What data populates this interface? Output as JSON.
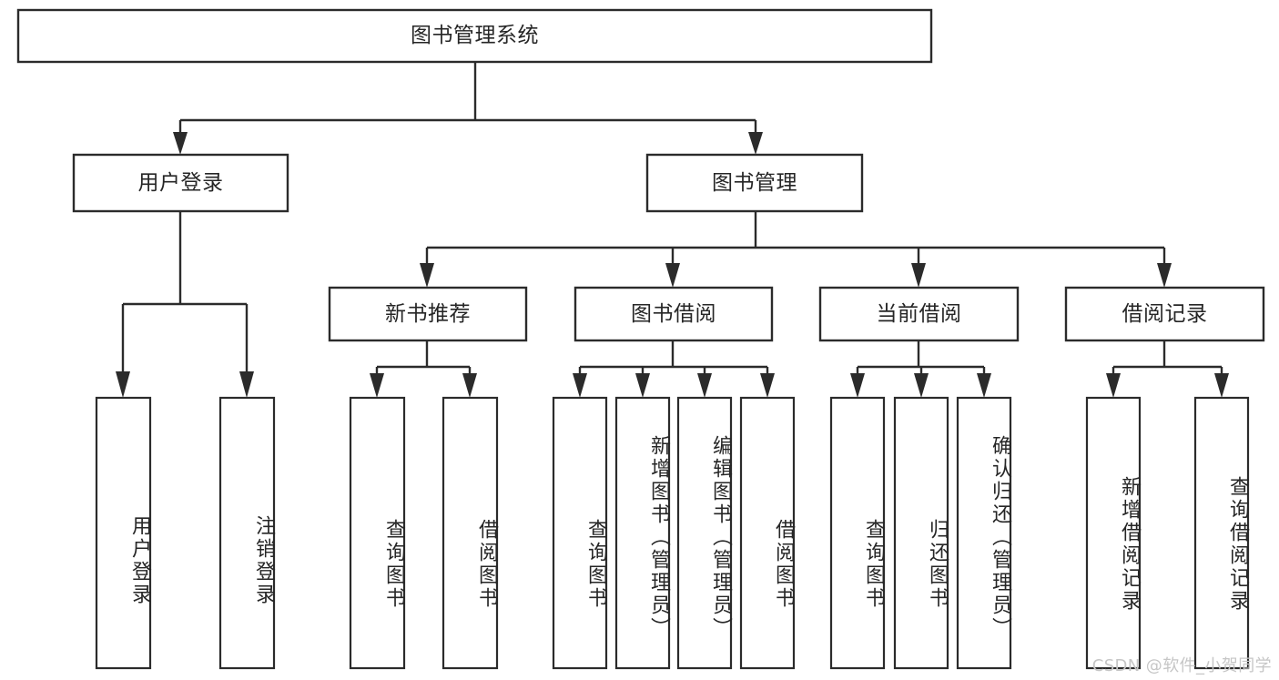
{
  "diagram": {
    "type": "tree-hierarchy-chart",
    "title": "图书管理系统",
    "watermark": "CSDN @软件_小贺同学",
    "colors": {
      "box_stroke": "#2b2b2b",
      "box_fill": "#ffffff",
      "text": "#262626",
      "background": "#ffffff",
      "watermark": "#c6c6c6"
    },
    "levels": {
      "root": {
        "label": "图书管理系统"
      },
      "level2": [
        {
          "id": "user-login",
          "label": "用户登录"
        },
        {
          "id": "book-management",
          "label": "图书管理"
        }
      ],
      "level3": [
        {
          "id": "new-book-recommend",
          "label": "新书推荐",
          "parent": "book-management"
        },
        {
          "id": "book-borrow",
          "label": "图书借阅",
          "parent": "book-management"
        },
        {
          "id": "current-borrow",
          "label": "当前借阅",
          "parent": "book-management"
        },
        {
          "id": "borrow-record",
          "label": "借阅记录",
          "parent": "book-management"
        }
      ],
      "leaves": [
        {
          "id": "leaf-user-login",
          "label": "用户登录",
          "parent": "user-login"
        },
        {
          "id": "leaf-logout-login",
          "label": "注销登录",
          "parent": "user-login"
        },
        {
          "id": "leaf-query-book-1",
          "label": "查询图书",
          "parent": "new-book-recommend"
        },
        {
          "id": "leaf-borrow-book-1",
          "label": "借阅图书",
          "parent": "new-book-recommend"
        },
        {
          "id": "leaf-query-book-2",
          "label": "查询图书",
          "parent": "book-borrow"
        },
        {
          "id": "leaf-add-book",
          "label": "新增图书（管理员）",
          "parent": "book-borrow"
        },
        {
          "id": "leaf-edit-book",
          "label": "编辑图书（管理员）",
          "parent": "book-borrow"
        },
        {
          "id": "leaf-borrow-book-2",
          "label": "借阅图书",
          "parent": "book-borrow"
        },
        {
          "id": "leaf-query-book-3",
          "label": "查询图书",
          "parent": "current-borrow"
        },
        {
          "id": "leaf-return-book",
          "label": "归还图书",
          "parent": "current-borrow"
        },
        {
          "id": "leaf-confirm-return",
          "label": "确认归还（管理员）",
          "parent": "current-borrow"
        },
        {
          "id": "leaf-add-record",
          "label": "新增借阅记录",
          "parent": "borrow-record"
        },
        {
          "id": "leaf-query-record",
          "label": "查询借阅记录",
          "parent": "borrow-record"
        }
      ]
    }
  }
}
